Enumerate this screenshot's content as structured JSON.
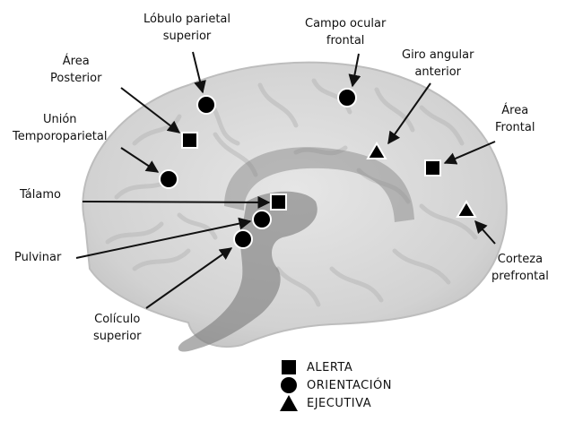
{
  "title": "Redes atencionales",
  "labels": {
    "lobulo_parietal_superior": [
      "Lóbulo parietal",
      "superior"
    ],
    "area_posterior": [
      "Área",
      "Posterior"
    ],
    "union_temporoparietal": [
      "Unión",
      "Temporoparietal"
    ],
    "talamo": [
      "Tálamo"
    ],
    "pulvinar": [
      "Pulvinar"
    ],
    "coliculo_superior": [
      "Colículo",
      "superior"
    ],
    "campo_ocular_frontal": [
      "Campo ocular",
      "frontal"
    ],
    "giro_angular_anterior": [
      "Giro angular",
      "anterior"
    ],
    "area_frontal": [
      "Área",
      "Frontal"
    ],
    "corteza_prefrontal": [
      "Corteza",
      "prefrontal"
    ]
  },
  "markers": [
    {
      "region": "Lóbulo parietal superior",
      "network": "ORIENTACIÓN"
    },
    {
      "region": "Área Posterior",
      "network": "ALERTA"
    },
    {
      "region": "Unión Temporoparietal",
      "network": "ORIENTACIÓN"
    },
    {
      "region": "Tálamo",
      "network": "ALERTA"
    },
    {
      "region": "Pulvinar",
      "network": "ORIENTACIÓN"
    },
    {
      "region": "Colículo superior",
      "network": "ORIENTACIÓN"
    },
    {
      "region": "Campo ocular frontal",
      "network": "ORIENTACIÓN"
    },
    {
      "region": "Giro angular anterior",
      "network": "EJECUTIVA"
    },
    {
      "region": "Área Frontal",
      "network": "ALERTA"
    },
    {
      "region": "Corteza prefrontal",
      "network": "EJECUTIVA"
    }
  ],
  "legend": [
    {
      "shape": "square",
      "label": "ALERTA"
    },
    {
      "shape": "circle",
      "label": "ORIENTACIÓN"
    },
    {
      "shape": "triangle",
      "label": "EJECUTIVA"
    }
  ],
  "colors": {
    "marker": "#000000",
    "marker_outline": "#ffffff",
    "brain": "#d9d9d9",
    "overlay": "#8a8a8a"
  }
}
